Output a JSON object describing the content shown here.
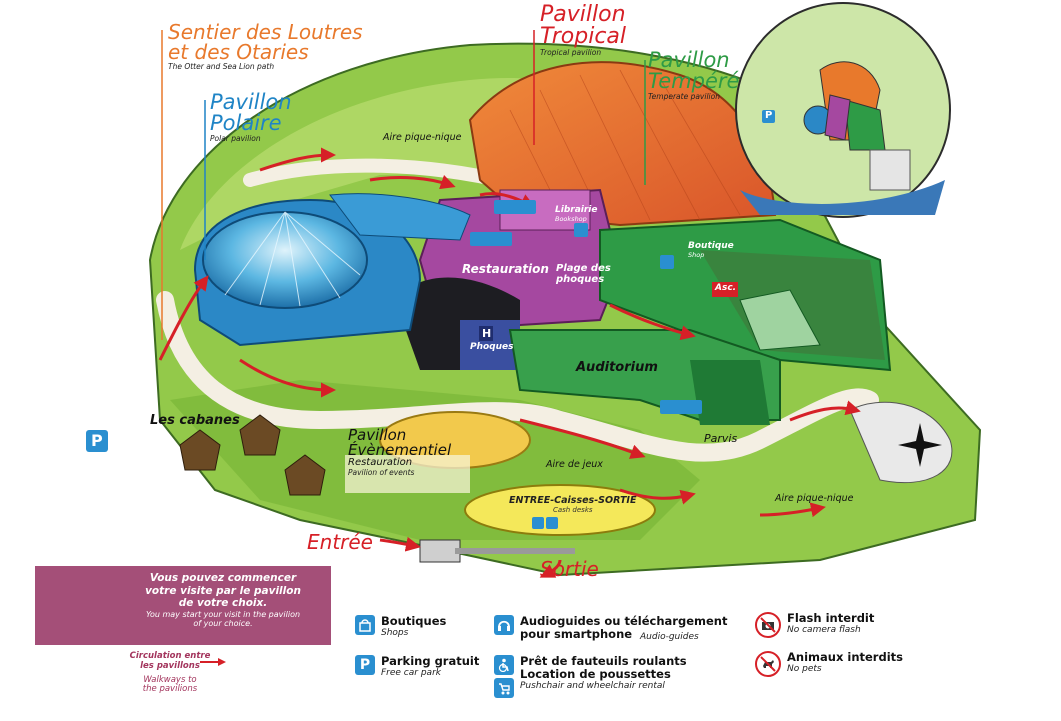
{
  "labels": {
    "sentier": {
      "fr": "Sentier des Loutres\net des Otaries",
      "en": "The Otter and Sea Lion path"
    },
    "polaire": {
      "fr": "Pavillon\nPolaire",
      "en": "Polar pavilion"
    },
    "tropical": {
      "fr": "Pavillon\nTropical",
      "en": "Tropical pavilion"
    },
    "tempere": {
      "fr": "Pavillon\nTempéré",
      "en": "Temperate pavilion"
    },
    "evenementiel": {
      "fr": "Pavillon\nÉvènementiel",
      "restauration": "Restauration",
      "en": "Pavilion of events"
    },
    "aire_pique_nique_top": "Aire pique-nique",
    "aire_pique_nique_right": "Aire pique-nique",
    "librairie": {
      "fr": "Librairie",
      "en": "Bookshop"
    },
    "restauration_main": "Restauration",
    "plage_phoques": "Plage des\nphoques",
    "boutique": {
      "fr": "Boutique",
      "en": "Shop"
    },
    "asc": "Asc.",
    "phoques": "Phoques",
    "h_sign": "H",
    "auditorium": "Auditorium",
    "les_cabanes": "Les cabanes",
    "aire_de_jeux": "Aire de jeux",
    "parvis": "Parvis",
    "entree_caisses": {
      "fr": "ENTREE-Caisses-SORTIE",
      "en": "Cash desks"
    },
    "entree": "Entrée",
    "sortie": "Sortie",
    "parking_left": "P",
    "parking_inset": "P"
  },
  "info_box": {
    "fr": "Vous pouvez commencer\nvotre visite par le pavillon\nde votre choix.",
    "en": "You may start your visit in the pavilion\nof your choice."
  },
  "circulation": {
    "fr": "Circulation entre\nles pavillons",
    "en": "Walkways to\nthe pavilions"
  },
  "legend": {
    "boutiques": {
      "fr": "Boutiques",
      "en": "Shops"
    },
    "parking": {
      "fr": "Parking gratuit",
      "en": "Free car park"
    },
    "audio": {
      "fr": "Audioguides ou téléchargement\npour smartphone",
      "en": "Audio-guides"
    },
    "fauteuils": {
      "fr": "Prêt de fauteuils roulants\nLocation de poussettes",
      "en": "Pushchair and wheelchair rental"
    },
    "flash": {
      "fr": "Flash interdit",
      "en": "No camera flash"
    },
    "animaux": {
      "fr": "Animaux interdits",
      "en": "No pets"
    }
  },
  "colors": {
    "orange": "#e8792c",
    "red": "#d62027",
    "green": "#2e9b46",
    "blue": "#1f84c6",
    "purple_box": "#a44f78",
    "maroon": "#a3355d",
    "icon_blue": "#2a8fd0",
    "grass": "#8cc63f"
  },
  "icons": [
    "shop-icon",
    "parking-icon",
    "audio-guide-icon",
    "wheelchair-icon",
    "pushchair-icon",
    "no-flash-icon",
    "no-pets-icon",
    "compass-icon",
    "toilet-icon",
    "info-icon"
  ]
}
